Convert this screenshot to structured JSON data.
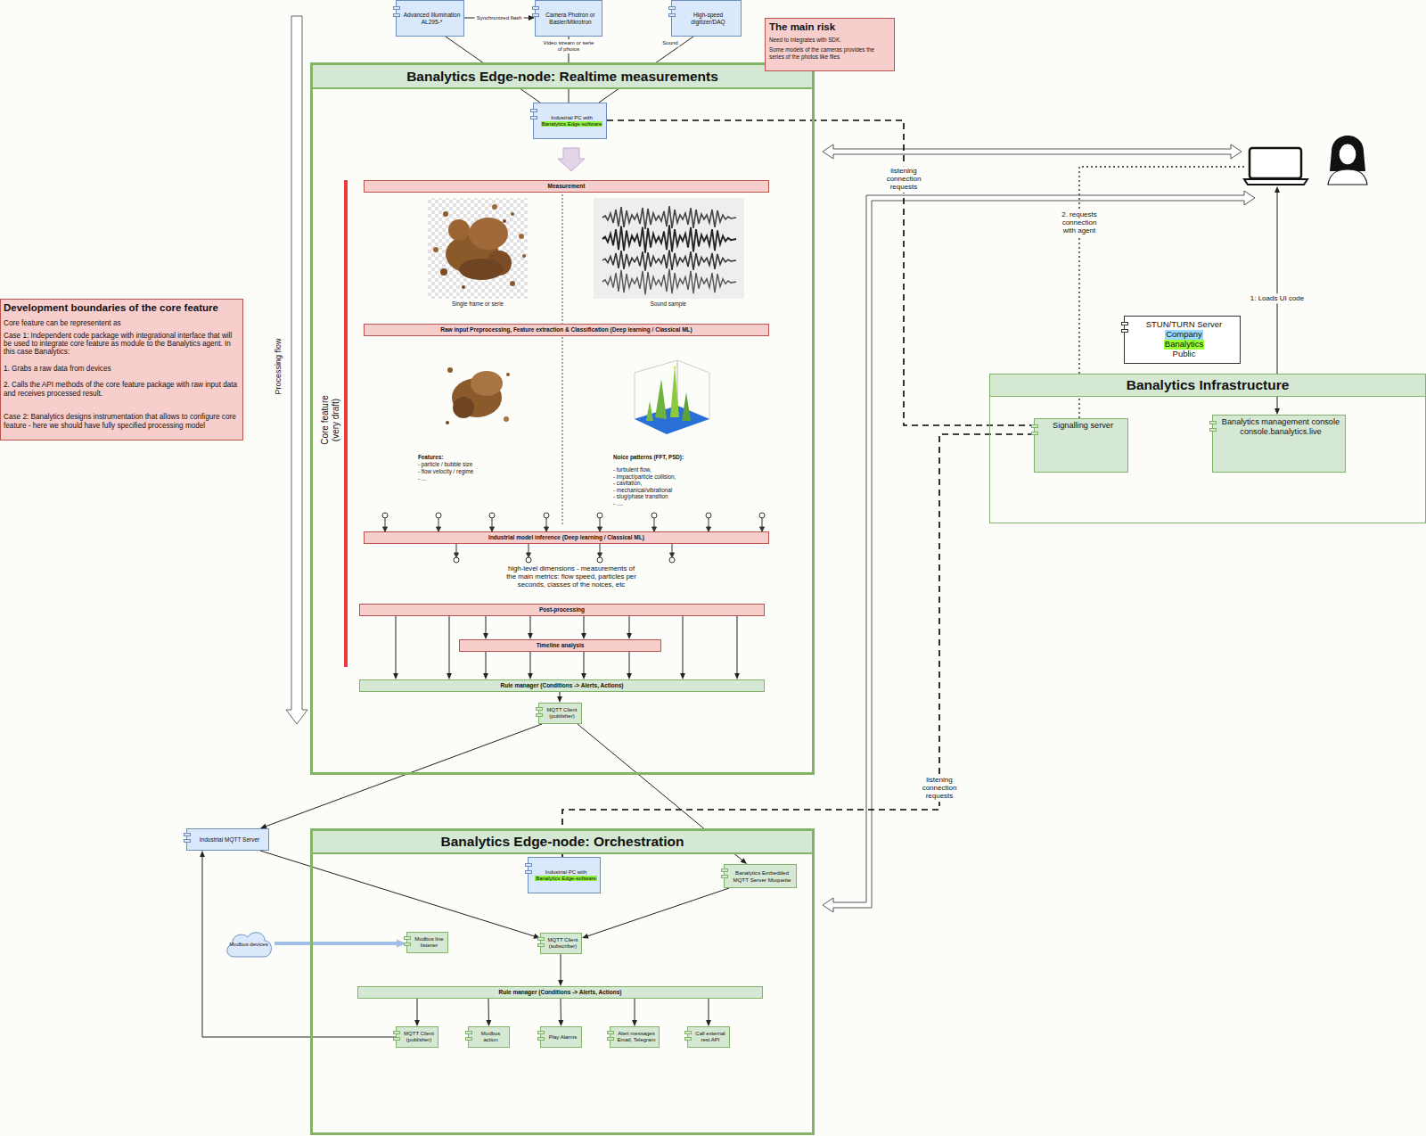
{
  "diagram": {
    "nodes": [
      {
        "text": [
          "Advanced Illumination AL295-*"
        ]
      },
      {
        "text": [
          "Camera Photron or Basler/Mikrotron"
        ]
      },
      {
        "text": [
          "High-speed digitizer/DAQ"
        ]
      },
      {
        "text": [
          "The main risk",
          "Need to integrates with SDK.",
          "Some models of the cameras provides the series of the photos like files"
        ]
      },
      {
        "text": [
          "Development boundaries of the core feature",
          "Core feature can be representent as",
          "Case 1: Independent code package with integrational interface that will be used to integrate core feature as module to the Banalytics agent. In this case Banalytics:",
          "1. Grabs a raw data from devices",
          "2. Calls the API methods of the core feature package with raw input data and receives processed result.",
          "Case 2: Banalytics designs instrumentation that allows to configure core feature - here we should have fully specified processing model"
        ]
      },
      {
        "text": [
          "Banalytics Edge-node: Realtime measurements"
        ]
      },
      {
        "text": [
          "Industrial PC with",
          "Banalytics Edge-software"
        ],
        "in": 5
      },
      {
        "text": [
          "Measurement"
        ],
        "in": 5
      },
      {
        "text": [
          "Raw input Preprocessing, Feature extraction & Classification (Deep learning / Classical ML)"
        ],
        "in": 5
      },
      {
        "text": [
          "Industrial model inference (Deep learning / Classical ML)"
        ],
        "in": 5
      },
      {
        "text": [
          "Post-processing"
        ],
        "in": 5
      },
      {
        "text": [
          "Timeline analysis"
        ],
        "in": 5
      },
      {
        "text": [
          "Rule manager (Conditions -> Alerts, Actions)"
        ],
        "in": 5
      },
      {
        "text": [
          "MQTT Client (publisher)"
        ],
        "in": 5
      },
      {
        "text": [
          "STUN/TURN Server",
          "Company",
          "Banalytics",
          "Public"
        ]
      },
      {
        "text": [
          "Banalytics Infrastructure"
        ]
      },
      {
        "text": [
          "Signalling server"
        ],
        "in": 15
      },
      {
        "text": [
          "Banalytics management console console.banalytics.live"
        ],
        "in": 15
      },
      {
        "text": [
          "Industrial MQTT Server"
        ]
      },
      {
        "text": [
          "Banalytics Edge-node: Orchestration"
        ]
      },
      {
        "text": [
          "Industrial PC with",
          "Banalytics Edge-software"
        ],
        "in": 19
      },
      {
        "text": [
          "Banalytics Embedded MQTT Server Moquette"
        ],
        "in": 19
      },
      {
        "text": [
          "Modbus devices"
        ]
      },
      {
        "text": [
          "Modbus line listener"
        ],
        "in": 19
      },
      {
        "text": [
          "MQTT Client (subscriber)"
        ],
        "in": 19
      },
      {
        "text": [
          "Rule manager (Conditions -> Alerts, Actions)"
        ],
        "in": 19
      },
      {
        "text": [
          "MQTT Client (publisher)"
        ],
        "in": 19
      },
      {
        "text": [
          "Modbus action"
        ],
        "in": 19
      },
      {
        "text": [
          "Play Alarms"
        ],
        "in": 19
      },
      {
        "text": [
          "Alert messages Email, Telegram"
        ],
        "in": 19
      },
      {
        "text": [
          "Call external rest API"
        ],
        "in": 19
      }
    ],
    "edges": [
      {
        "from": 0,
        "to": 1,
        "arrow": "to",
        "label": "Synchronized flash"
      },
      {
        "from": 0,
        "to": 6,
        "arrow": "none"
      },
      {
        "from": 1,
        "to": 6,
        "arrow": "none",
        "label": "Video stream or serie of photos"
      },
      {
        "from": 2,
        "to": 6,
        "arrow": "none",
        "label": "Sound"
      },
      {
        "from": 6,
        "to": 16,
        "arrow": "none",
        "label": "listening connection requests"
      },
      {
        "from": 20,
        "to": 16,
        "arrow": "none",
        "label": "listening connection requests"
      },
      {
        "from": 13,
        "to": 18,
        "arrow": "to"
      },
      {
        "from": 13,
        "to": 21,
        "arrow": "to"
      },
      {
        "from": 18,
        "to": 24,
        "arrow": "to"
      },
      {
        "from": 21,
        "to": 24,
        "arrow": "to"
      },
      {
        "from": 22,
        "to": 23,
        "arrow": "to"
      },
      {
        "from": 24,
        "to": 25,
        "arrow": "to"
      },
      {
        "from": 25,
        "to": 26,
        "arrow": "to"
      },
      {
        "from": 25,
        "to": 27,
        "arrow": "to"
      },
      {
        "from": 25,
        "to": 28,
        "arrow": "to"
      },
      {
        "from": 25,
        "to": 29,
        "arrow": "to"
      },
      {
        "from": 25,
        "to": 30,
        "arrow": "to"
      },
      {
        "from": 26,
        "to": 18,
        "arrow": "to"
      },
      {
        "from": 12,
        "to": 13,
        "arrow": "to"
      },
      {
        "from": 10,
        "to": 11,
        "arrow": "to"
      },
      {
        "from": 10,
        "to": 11,
        "arrow": "to"
      },
      {
        "from": 10,
        "to": 11,
        "arrow": "to"
      },
      {
        "from": 10,
        "to": 11,
        "arrow": "to"
      },
      {
        "from": 11,
        "to": 12,
        "arrow": "to"
      },
      {
        "from": 11,
        "to": 12,
        "arrow": "to"
      },
      {
        "from": 11,
        "to": 12,
        "arrow": "to"
      },
      {
        "from": 11,
        "to": 12,
        "arrow": "to"
      },
      {
        "from": 10,
        "to": 12,
        "arrow": "to"
      },
      {
        "from": 10,
        "to": 12,
        "arrow": "to"
      },
      {
        "from": 10,
        "to": 12,
        "arrow": "to"
      },
      {
        "from": 10,
        "to": 12,
        "arrow": "to"
      }
    ],
    "labels": [
      "Single frame or serie",
      "Sound sample",
      "Features:",
      "- particle / bubble size",
      "- flow velocity / regime",
      "- ...",
      "Noice patterns (FFT, PSD):",
      "- turbulent flow,",
      "- impact/particle collision,",
      "- cavitation,",
      "- mechanical/vibrational",
      "- slug/phase transition",
      "- ....",
      "high-level dimensions - measurements of the main metrics: flow speed, particles per seconds, classes of the noices, etc",
      "Core feature (very draft)",
      "Processing flow",
      "2. requests connection with agent",
      "1: Loads UI code"
    ]
  }
}
